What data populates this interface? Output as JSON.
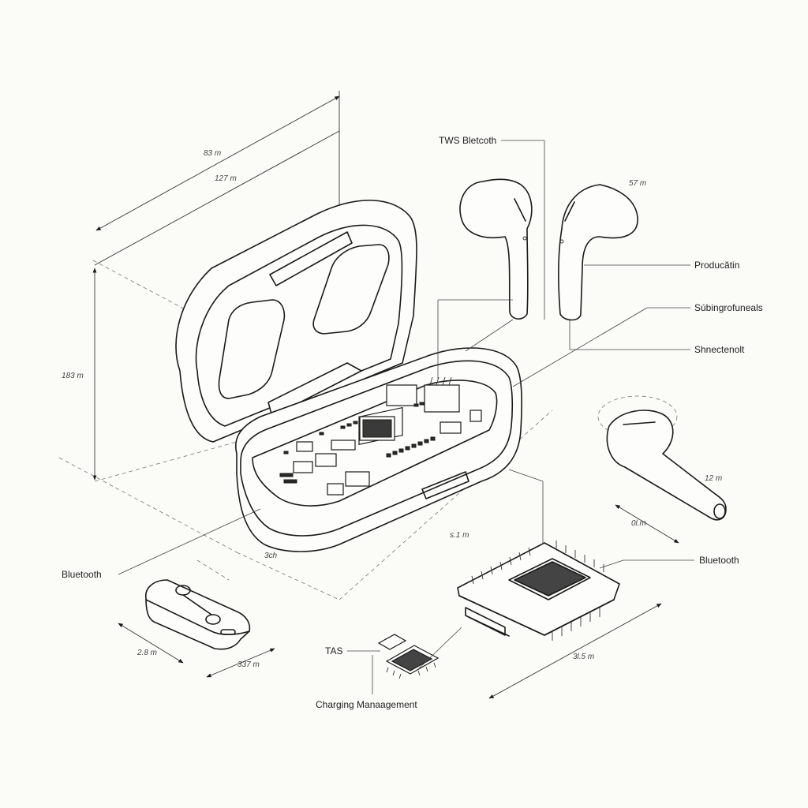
{
  "labels": {
    "tws_bluetooth": "TWS Bletcoth",
    "production": "Producătin",
    "sub_channels": "Súbingrofuneals",
    "shortcut": "Shnectenolt",
    "bluetooth_left": "Bluetooth",
    "bluetooth_right": "Bluetooth",
    "tas": "TAS",
    "charging_management": "Charging Manaagement"
  },
  "dimensions": {
    "top_outer": "83 m",
    "top_inner": "127 m",
    "height": "183 m",
    "earbud_top": "57 m",
    "earbud_length": "12 m",
    "earbud_width": "0l.m",
    "case_depth": "3ch",
    "case_diagonal": "s.1 m",
    "pcb_length": "3l.5 m",
    "module_w": "2.8 m",
    "module_d": "337 m"
  },
  "colors": {
    "stroke": "#1a1a1a",
    "background": "#fbfbf7"
  }
}
